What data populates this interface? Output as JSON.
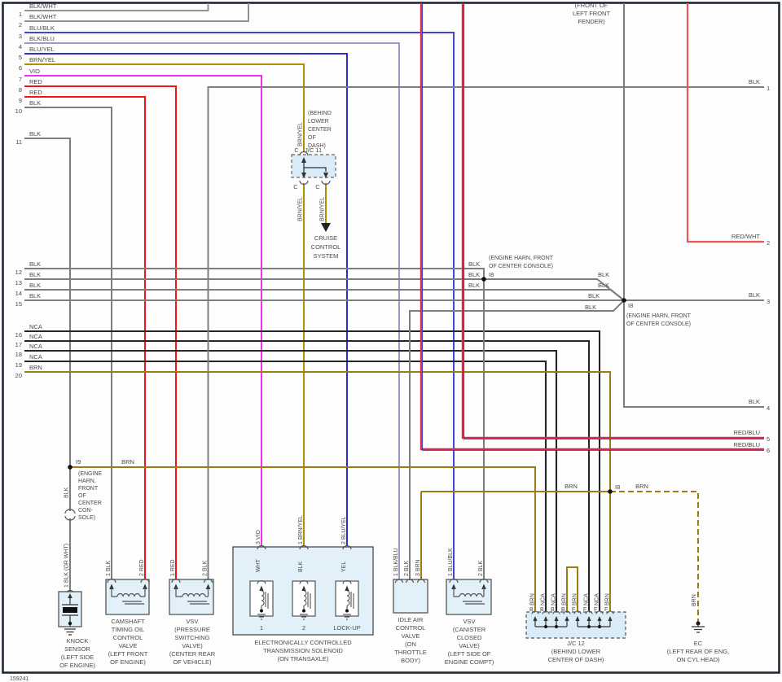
{
  "doc_number": "159241",
  "top_note": [
    "(FRONT OF",
    "LEFT FRONT",
    "FENDER)"
  ],
  "bus": {
    "blk": "BLK",
    "nca": "NCA",
    "brn": "BRN"
  },
  "left_pins": [
    {
      "n": "1",
      "label": "BLK/WHT"
    },
    {
      "n": "2",
      "label": "BLK/WHT"
    },
    {
      "n": "3",
      "label": "BLU/BLK"
    },
    {
      "n": "4",
      "label": "BLK/BLU"
    },
    {
      "n": "5",
      "label": "BLU/YEL"
    },
    {
      "n": "6",
      "label": "BRN/YEL"
    },
    {
      "n": "7",
      "label": "VIO"
    },
    {
      "n": "8",
      "label": "RED"
    },
    {
      "n": "9",
      "label": "RED"
    },
    {
      "n": "10",
      "label": "BLK"
    },
    {
      "n": "11",
      "label": "BLK"
    },
    {
      "n": "12",
      "label": "BLK"
    },
    {
      "n": "13",
      "label": "BLK"
    },
    {
      "n": "14",
      "label": "BLK"
    },
    {
      "n": "15",
      "label": "BLK"
    },
    {
      "n": "16",
      "label": "NCA"
    },
    {
      "n": "17",
      "label": "NCA"
    },
    {
      "n": "18",
      "label": "NCA"
    },
    {
      "n": "19",
      "label": "NCA"
    },
    {
      "n": "20",
      "label": "BRN"
    }
  ],
  "right_pins": [
    {
      "n": "1",
      "label": "BLK"
    },
    {
      "n": "2",
      "label": "RED/WHT"
    },
    {
      "n": "3",
      "label": "BLK"
    },
    {
      "n": "4",
      "label": "BLK"
    },
    {
      "n": "5",
      "label": "RED/BLU"
    },
    {
      "n": "6",
      "label": "RED/BLU"
    }
  ],
  "i8_a": {
    "id": "I8",
    "note": [
      "(ENGINE HARN, FRONT",
      "OF CENTER CONSOLE)"
    ]
  },
  "i8_b": {
    "id": "I8",
    "note": [
      "(ENGINE HARN, FRONT",
      "OF CENTER CONSOLE)"
    ]
  },
  "i8_c": {
    "id": "I8"
  },
  "i9": {
    "id": "I9",
    "note": [
      "(ENGINE",
      "HARN,",
      "FRONT",
      "OF",
      "CENTER",
      "CON-",
      "SOLE)"
    ],
    "wire_upper": "BLK",
    "wire_lower": "1  BLK (OR WHT)"
  },
  "jc11": {
    "title": "J/C 11",
    "location": [
      "(BEHIND",
      "LOWER",
      "CENTER",
      "OF",
      "DASH)"
    ],
    "c": "C",
    "wire": "BRN/YEL"
  },
  "cruise": {
    "lines": [
      "CRUISE",
      "CONTROL",
      "SYSTEM"
    ]
  },
  "knock": {
    "caption": [
      "KNOCK",
      "SENSOR",
      "(LEFT SIDE",
      "OF ENGINE)"
    ]
  },
  "camshaft": {
    "pin1": "1  BLK",
    "pin2": "2  RED",
    "caption": [
      "CAMSHAFT",
      "TIMING OIL",
      "CONTROL",
      "VALVE",
      "(LEFT FRONT",
      "OF ENGINE)"
    ]
  },
  "vsv_pressure": {
    "pin1": "1  RED",
    "pin2": "2  BLK",
    "caption": [
      "VSV",
      "(PRESSURE",
      "SWITCHING",
      "VALVE)",
      "(CENTER REAR",
      "OF VEHICLE)"
    ]
  },
  "solenoid": {
    "pins_out": [
      "3  VIO",
      "1  BRN/YEL",
      "2  BLU/YEL"
    ],
    "pins_in": [
      "WHT",
      "BLK",
      "YEL"
    ],
    "units": [
      "1",
      "2",
      "LOCK-UP"
    ],
    "caption": [
      "ELECTRONICALLY CONTROLLED",
      "TRANSMISSION SOLENOID",
      "(ON TRANSAXLE)"
    ]
  },
  "idle_air": {
    "pins": [
      "1  BLK/BLU",
      "2  BLK",
      "3  BRN"
    ],
    "caption": [
      "IDLE AIR",
      "CONTROL",
      "VALVE",
      "(ON",
      "THROTTLE",
      "BODY)"
    ]
  },
  "vsv_canister": {
    "pin1": "1  BLU/BLK",
    "pin2": "2  BLK",
    "caption": [
      "VSV",
      "(CANISTER",
      "CLOSED",
      "VALVE)",
      "(LEFT SIDE OF",
      "ENGINE COMPT)"
    ]
  },
  "jc12": {
    "pin_letters": [
      "B",
      "B",
      "B",
      "B",
      "F",
      "F",
      "F",
      "F"
    ],
    "pin_wires": [
      "BRN",
      "NCA",
      "NCA",
      "BRN",
      "BRN",
      "NCA",
      "NCA",
      "BRN"
    ],
    "caption": [
      "J/C 12",
      "(BEHIND LOWER",
      "CENTER OF DASH)"
    ]
  },
  "ec": {
    "wire": "BRN",
    "caption": [
      "EC",
      "(LEFT REAR OF ENG,",
      "ON CYL HEAD)"
    ]
  },
  "wire_colors": {
    "blk": "#7d7d7d",
    "blk_wht": "#939393",
    "blu_blk": "#4343d8",
    "blk_blu": "#9a9ac9",
    "blu_yel": "#2e2ecb",
    "brn_yel": "#b08f00",
    "vio": "#f22df2",
    "red": "#f51313",
    "nca": "#262626",
    "brn": "#9c7d13",
    "red_blu_red": "#e02848",
    "red_blu_blu": "#3343c4",
    "red_wht": "#ef5353",
    "wht_outline": "#c4c4c4",
    "wht_core": "#f4f4f4",
    "yel": "#e9df00",
    "symbol": "#555555",
    "junction": "#111111"
  }
}
